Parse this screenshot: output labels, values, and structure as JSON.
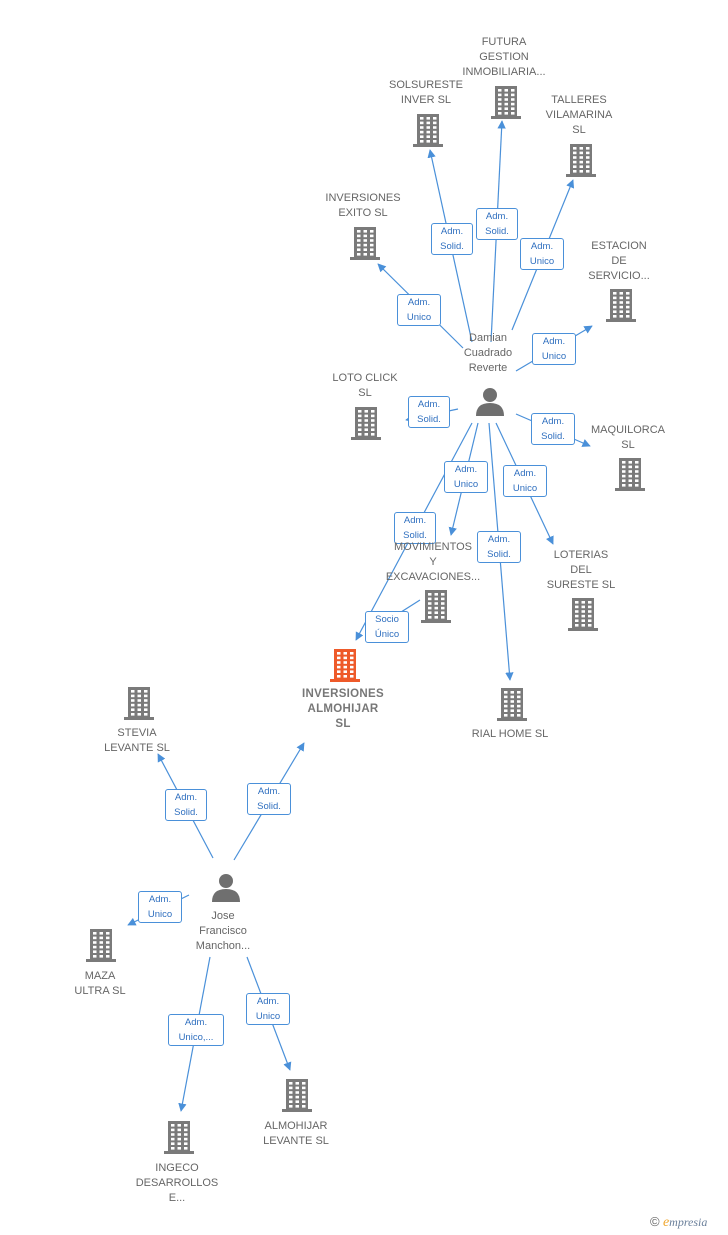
{
  "colors": {
    "building": "#7a7a7a",
    "focus_building": "#ee5a2a",
    "person": "#6f6f6f",
    "edge": "#4a90d9",
    "edge_label_text": "#2f6fbf"
  },
  "nodes": [
    {
      "id": "damian",
      "kind": "person",
      "label": "Damian\nCuadrado\nReverte"
    },
    {
      "id": "jose",
      "kind": "person",
      "label": "Jose\nFrancisco\nManchon..."
    },
    {
      "id": "futura",
      "kind": "company",
      "label": "FUTURA\nGESTION\nINMOBILIARIA..."
    },
    {
      "id": "solsureste",
      "kind": "company",
      "label": "SOLSURESTE\nINVER SL"
    },
    {
      "id": "talleres",
      "kind": "company",
      "label": "TALLERES\nVILAMARINA\nSL"
    },
    {
      "id": "exito",
      "kind": "company",
      "label": "INVERSIONES\nEXITO SL"
    },
    {
      "id": "estacion",
      "kind": "company",
      "label": "ESTACION\nDE\nSERVICIO..."
    },
    {
      "id": "lotoclick",
      "kind": "company",
      "label": "LOTO CLICK\nSL"
    },
    {
      "id": "maquilorca",
      "kind": "company",
      "label": "MAQUILORCA\nSL"
    },
    {
      "id": "movimientos",
      "kind": "company",
      "label": "MOVIMIENTOS\nY\nEXCAVACIONES..."
    },
    {
      "id": "loterias",
      "kind": "company",
      "label": "LOTERIAS\nDEL\nSURESTE  SL"
    },
    {
      "id": "almohijar",
      "kind": "focus",
      "label": "INVERSIONES\nALMOHIJAR\nSL"
    },
    {
      "id": "rialhome",
      "kind": "company",
      "label": "RIAL HOME  SL"
    },
    {
      "id": "stevia",
      "kind": "company",
      "label": "STEVIA\nLEVANTE  SL"
    },
    {
      "id": "maza",
      "kind": "company",
      "label": "MAZA\nULTRA  SL"
    },
    {
      "id": "almohijarlev",
      "kind": "company",
      "label": "ALMOHIJAR\nLEVANTE  SL"
    },
    {
      "id": "ingeco",
      "kind": "company",
      "label": "INGECO\nDESARROLLOS\nE..."
    }
  ],
  "edges": [
    {
      "from": "damian",
      "to": "solsureste",
      "label": "Adm.\nSolid."
    },
    {
      "from": "damian",
      "to": "futura",
      "label": "Adm.\nSolid."
    },
    {
      "from": "damian",
      "to": "talleres",
      "label": "Adm.\nUnico"
    },
    {
      "from": "damian",
      "to": "exito",
      "label": "Adm.\nUnico"
    },
    {
      "from": "damian",
      "to": "estacion",
      "label": "Adm.\nUnico"
    },
    {
      "from": "damian",
      "to": "lotoclick",
      "label": "Adm.\nSolid."
    },
    {
      "from": "damian",
      "to": "maquilorca",
      "label": "Adm.\nSolid."
    },
    {
      "from": "damian",
      "to": "movimientos",
      "label": "Adm.\nUnico"
    },
    {
      "from": "damian",
      "to": "loterias",
      "label": "Adm.\nUnico"
    },
    {
      "from": "damian",
      "to": "almohijar",
      "label": "Adm.\nSolid."
    },
    {
      "from": "damian",
      "to": "rialhome",
      "label": "Adm.\nSolid."
    },
    {
      "from": "movimientos",
      "to": "almohijar",
      "label": "Socio\nÚnico"
    },
    {
      "from": "jose",
      "to": "stevia",
      "label": "Adm.\nSolid."
    },
    {
      "from": "jose",
      "to": "almohijar",
      "label": "Adm.\nSolid."
    },
    {
      "from": "jose",
      "to": "maza",
      "label": "Adm.\nUnico"
    },
    {
      "from": "jose",
      "to": "almohijarlev",
      "label": "Adm.\nUnico"
    },
    {
      "from": "jose",
      "to": "ingeco",
      "label": "Adm.\nUnico,..."
    }
  ],
  "brand": {
    "copyright": "©",
    "first_letter": "e",
    "rest": "mpresia"
  }
}
